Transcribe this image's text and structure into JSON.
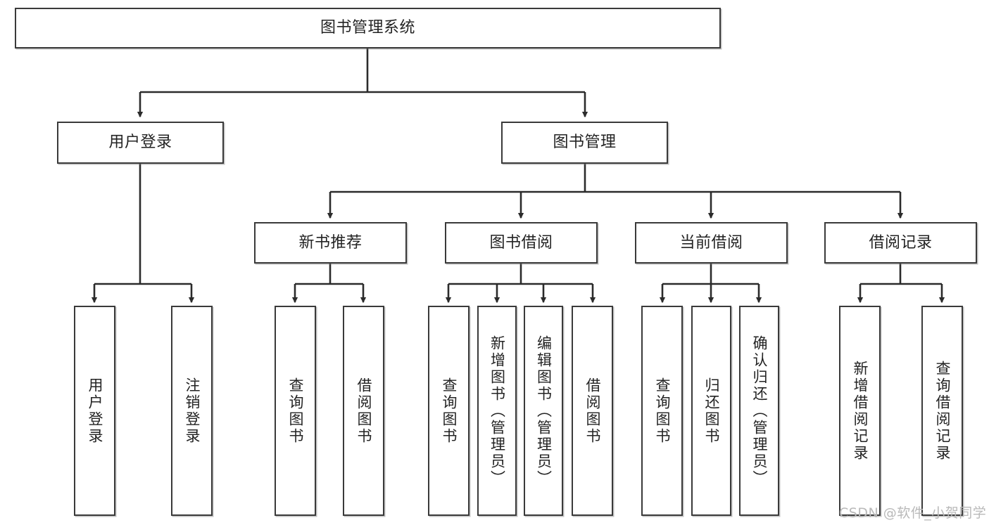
{
  "diagram": {
    "type": "tree",
    "title": "图书管理系统",
    "watermark": "CSDN @软件_小贺同学",
    "colors": {
      "box_border": "#3a3a3a",
      "box_fill": "#ffffff",
      "connector": "#2b2b2b",
      "text": "#232323",
      "watermark": "#b9b9b9"
    },
    "root": {
      "label": "图书管理系统"
    },
    "level2": [
      {
        "label": "用户登录"
      },
      {
        "label": "图书管理"
      }
    ],
    "level3": [
      {
        "label": "新书推荐"
      },
      {
        "label": "图书借阅"
      },
      {
        "label": "当前借阅"
      },
      {
        "label": "借阅记录"
      }
    ],
    "leaves": {
      "user_login": [
        {
          "label": "用户登录"
        },
        {
          "label": "注销登录"
        }
      ],
      "new_book": [
        {
          "label": "查询图书"
        },
        {
          "label": "借阅图书"
        }
      ],
      "book_borrow": [
        {
          "label": "查询图书"
        },
        {
          "label": "新增图书（管理员）"
        },
        {
          "label": "编辑图书（管理员）"
        },
        {
          "label": "借阅图书"
        }
      ],
      "current_borrow": [
        {
          "label": "查询图书"
        },
        {
          "label": "归还图书"
        },
        {
          "label": "确认归还（管理员）"
        }
      ],
      "borrow_record": [
        {
          "label": "新增借阅记录"
        },
        {
          "label": "查询借阅记录"
        }
      ]
    }
  }
}
